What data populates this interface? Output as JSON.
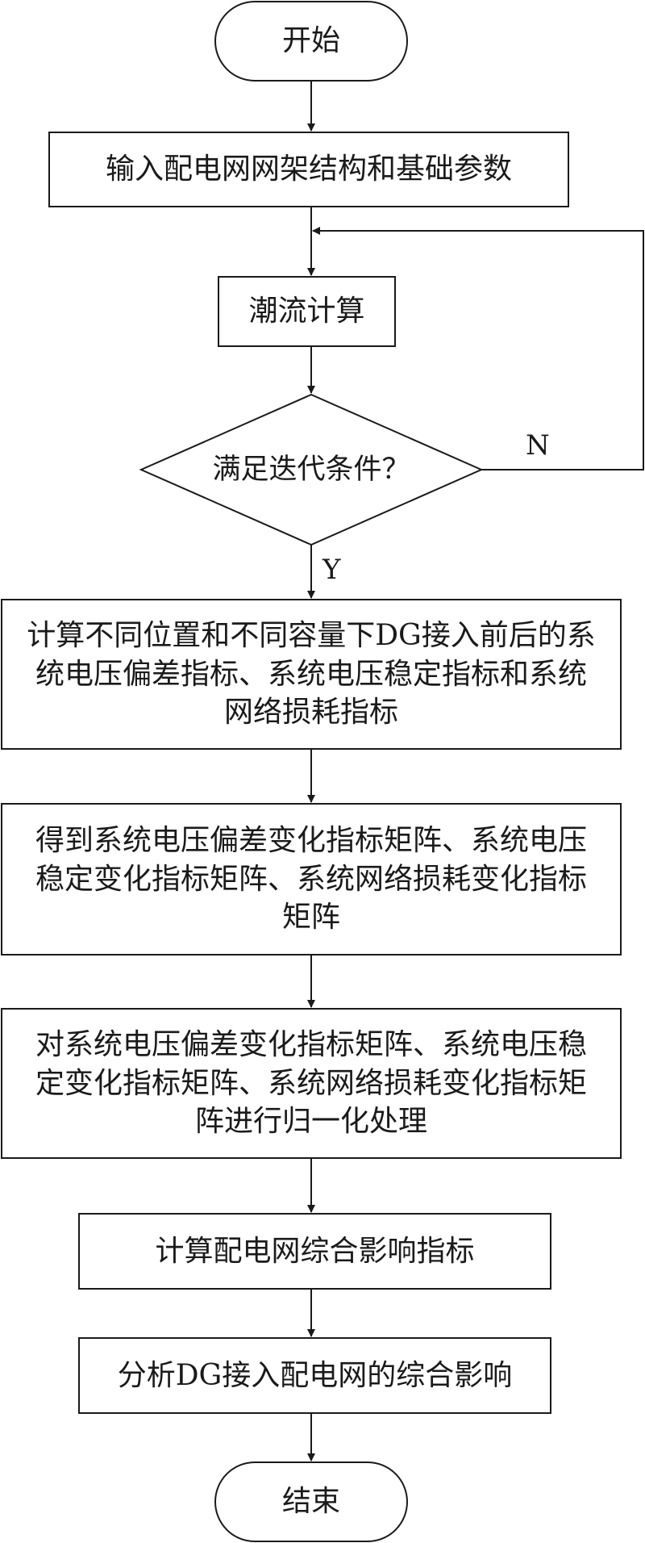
{
  "flowchart": {
    "start": "开始",
    "input": "输入配电网网架结构和基础参数",
    "power_flow": "潮流计算",
    "decision": "满足迭代条件？",
    "no_label": "N",
    "yes_label": "Y",
    "step_indices": "计算不同位置和不同容量下DG接入前后的系统电压偏差指标、系统电压稳定指标和系统网络损耗指标",
    "step_matrices": "得到系统电压偏差变化指标矩阵、系统电压稳定变化指标矩阵、系统网络损耗变化指标矩阵",
    "step_normalize": "对系统电压偏差变化指标矩阵、系统电压稳定变化指标矩阵、系统网络损耗变化指标矩阵进行归一化处理",
    "step_comprehensive": "计算配电网综合影响指标",
    "step_analyze": "分析DG接入配电网的综合影响",
    "end": "结束"
  }
}
